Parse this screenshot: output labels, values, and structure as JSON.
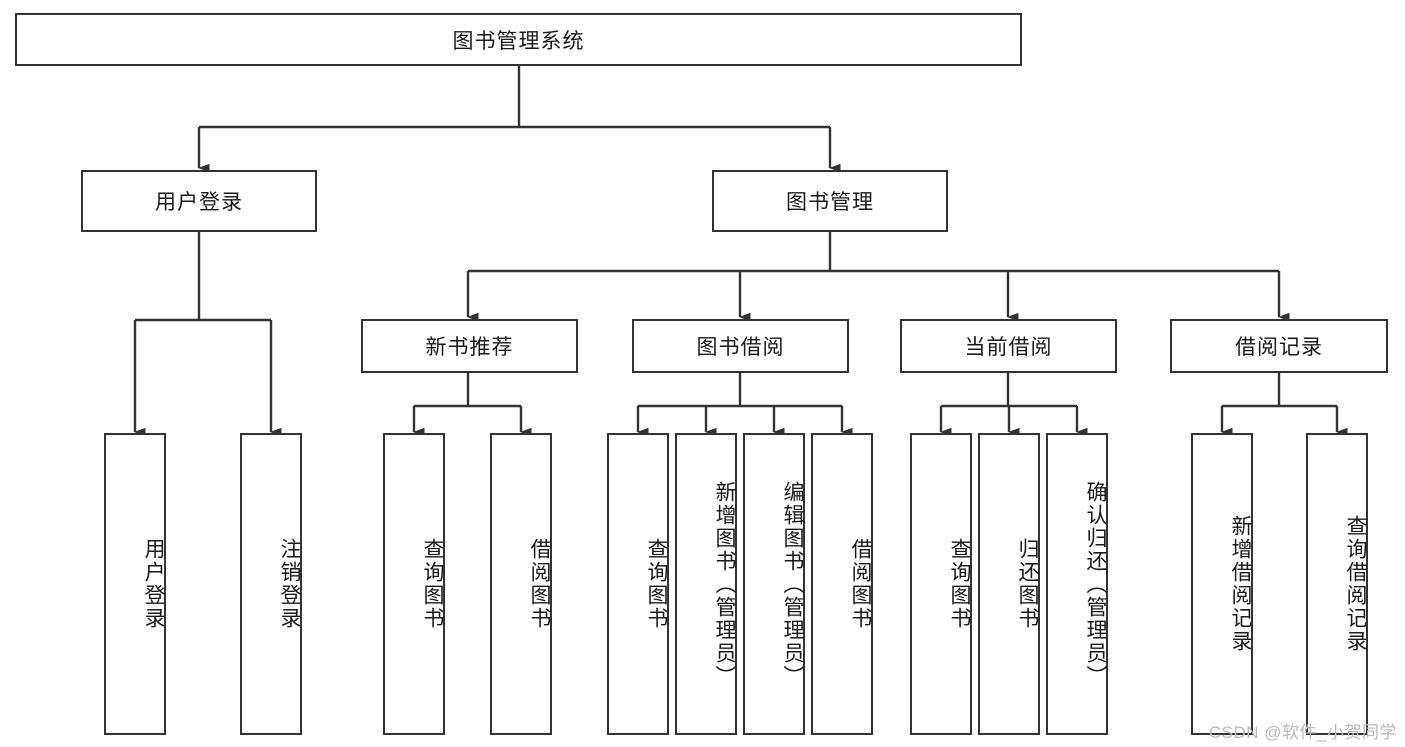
{
  "diagram": {
    "title": "图书管理系统",
    "type": "tree-hierarchy",
    "root": {
      "label": "图书管理系统"
    },
    "level1": [
      {
        "label": "用户登录"
      },
      {
        "label": "图书管理"
      }
    ],
    "level2": [
      {
        "label": "新书推荐"
      },
      {
        "label": "图书借阅"
      },
      {
        "label": "当前借阅"
      },
      {
        "label": "借阅记录"
      }
    ],
    "leaves": {
      "user_login": [
        {
          "label": "用户登录"
        },
        {
          "label": "注销登录"
        }
      ],
      "new_book_recommend": [
        {
          "label": "查询图书"
        },
        {
          "label": "借阅图书"
        }
      ],
      "book_borrow": [
        {
          "label": "查询图书"
        },
        {
          "label": "新增图书（管理员）"
        },
        {
          "label": "编辑图书（管理员）"
        },
        {
          "label": "借阅图书"
        }
      ],
      "current_borrow": [
        {
          "label": "查询图书"
        },
        {
          "label": "归还图书"
        },
        {
          "label": "确认归还（管理员）"
        }
      ],
      "borrow_record": [
        {
          "label": "新增借阅记录"
        },
        {
          "label": "查询借阅记录"
        }
      ]
    },
    "colors": {
      "border": "#333333",
      "fill": "#ffffff",
      "text": "#1a1a1a",
      "edge": "#333333",
      "watermark": "#b9b9b9"
    }
  },
  "watermark": {
    "text": "CSDN @软件_小贺同学"
  }
}
